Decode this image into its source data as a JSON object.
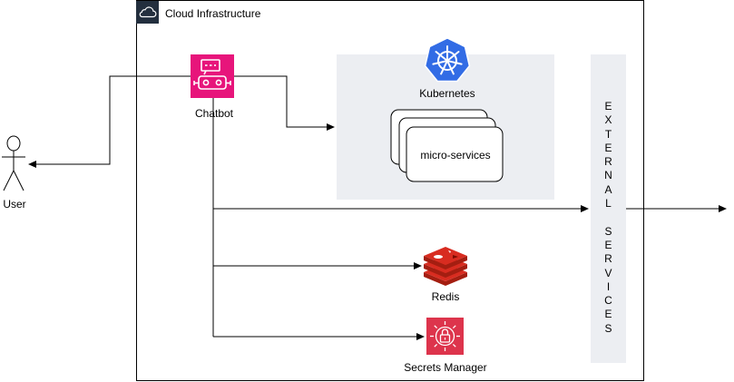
{
  "container": {
    "title": "Cloud Infrastructure",
    "icon": "cloud-icon"
  },
  "nodes": {
    "user": {
      "label": "User",
      "icon": "person-icon"
    },
    "chatbot": {
      "label": "Chatbot",
      "icon": "chatbot-icon",
      "color": "#e7157b"
    },
    "kubernetes": {
      "label": "Kubernetes",
      "icon": "kubernetes-icon",
      "color": "#326ce5"
    },
    "microservices": {
      "label": "micro-services"
    },
    "redis": {
      "label": "Redis",
      "icon": "redis-icon",
      "color": "#c6302b"
    },
    "secrets_manager": {
      "label": "Secrets Manager",
      "icon": "secrets-manager-icon",
      "color": "#dd344c"
    },
    "external_services": {
      "label": "EXTERNAL SERVICES",
      "letters": [
        "E",
        "X",
        "T",
        "E",
        "R",
        "N",
        "A",
        "L",
        "",
        "S",
        "E",
        "R",
        "V",
        "I",
        "C",
        "E",
        "S"
      ]
    }
  },
  "colors": {
    "group_fill": "#eceef2",
    "stroke": "#000000"
  }
}
